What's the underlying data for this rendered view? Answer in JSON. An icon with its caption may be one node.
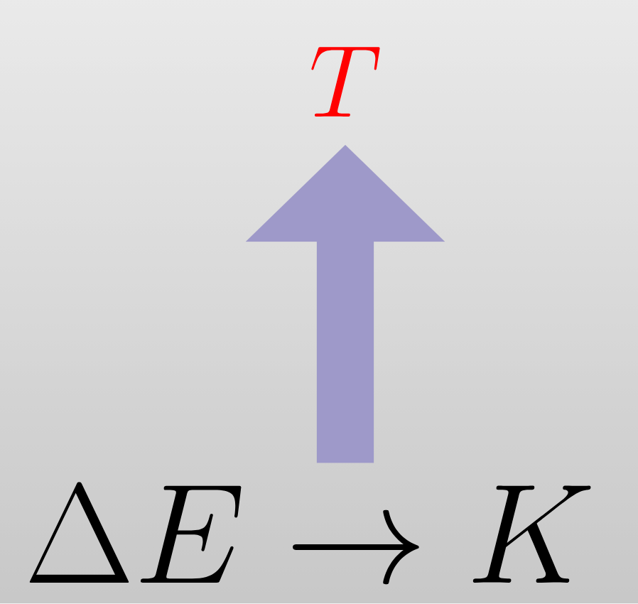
{
  "diagram": {
    "nodes": [
      {
        "text": [
          "T"
        ]
      },
      {
        "text": [
          "\\Delta E \\to K"
        ]
      }
    ],
    "edges": [
      {
        "from": 1,
        "to": 0,
        "arrow": "to",
        "style": "thick",
        "color": "#9e99c9"
      }
    ]
  }
}
